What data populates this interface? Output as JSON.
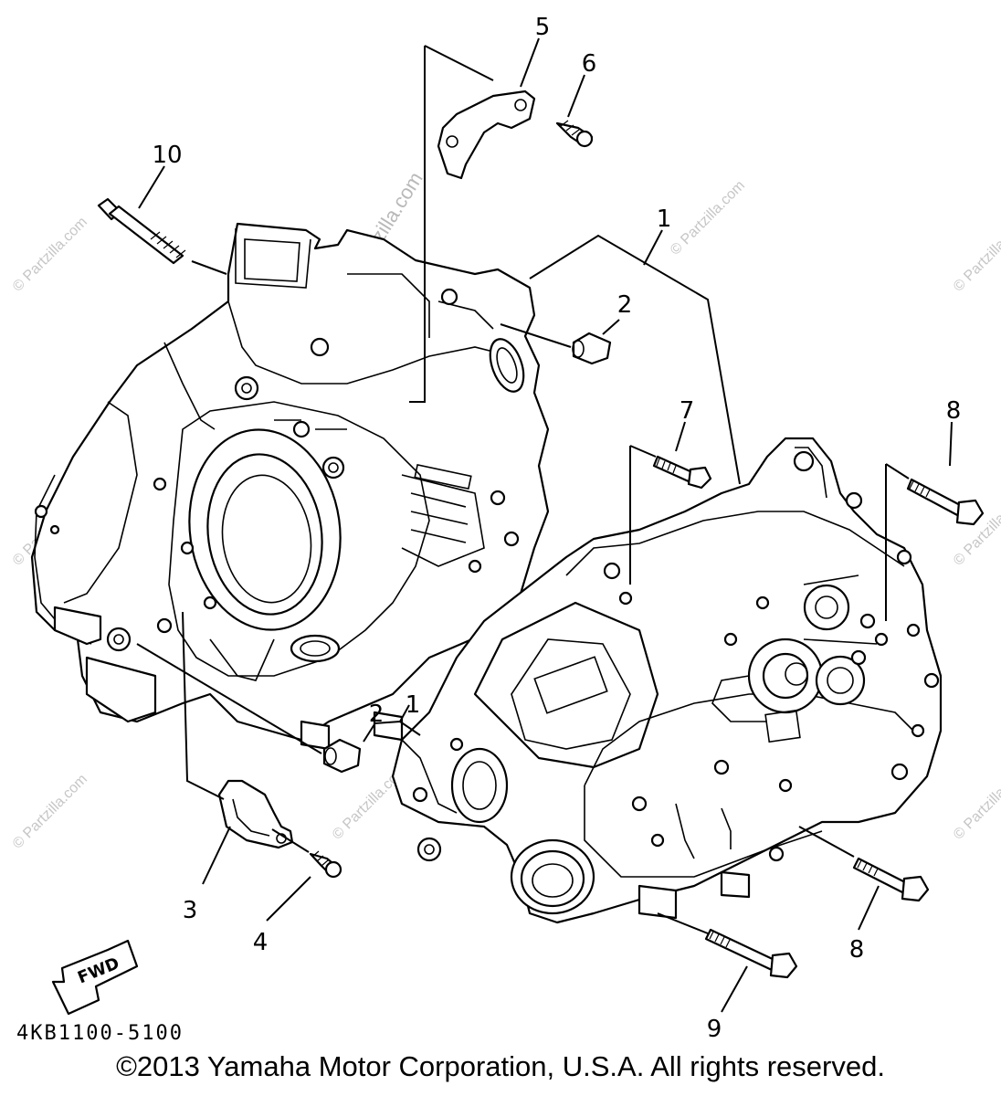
{
  "callouts": {
    "c1_top": "1",
    "c1_mid": "1",
    "c2_top": "2",
    "c2_mid": "2",
    "c3": "3",
    "c4": "4",
    "c5": "5",
    "c6": "6",
    "c7": "7",
    "c8_top": "8",
    "c8_bottom": "8",
    "c9": "9",
    "c10": "10"
  },
  "arrow_label": "FWD",
  "diagram_code": "4KB1100-5100",
  "watermark": "© Partzilla.com",
  "copyright": "©2013 Yamaha Motor Corporation, U.S.A. All rights reserved."
}
